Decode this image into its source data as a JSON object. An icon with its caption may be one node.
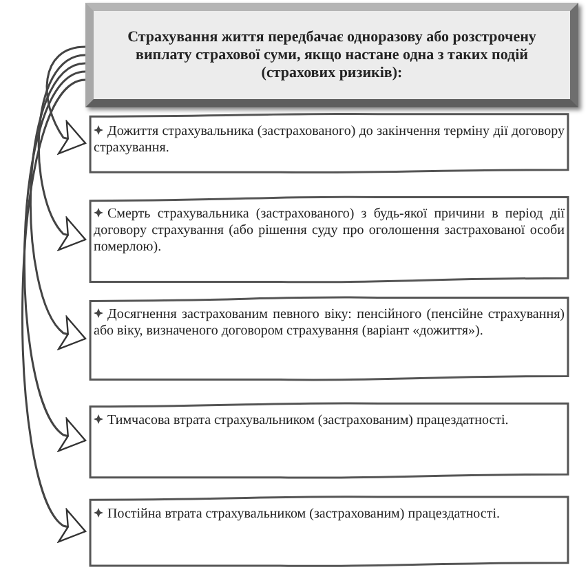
{
  "diagram": {
    "nodes": [
      {
        "text": [
          "Страхування життя передбачає одноразову або розстрочену виплату страхової суми, якщо настане одна з таких подій (страхових ризиків):"
        ]
      },
      {
        "text": [
          "Дожиття страхувальника (застрахованого) до закінчення терміну дії договору страхування."
        ]
      },
      {
        "text": [
          "Смерть страхувальника (застрахованого) з будь-якої причини в період дії договору страхування (або рішення суду про оголошення застрахованої особи померлою)."
        ]
      },
      {
        "text": [
          "Досягнення застрахованим певного віку: пенсійного (пенсійне страхування) або віку, визначеного договором страхування (варіант «дожиття»)."
        ]
      },
      {
        "text": [
          "Тимчасова втрата страхувальником (застрахованим) працездатності."
        ]
      },
      {
        "text": [
          "Постійна втрата страхувальником (застрахованим) працездатності."
        ]
      }
    ],
    "edges": [
      {
        "from": 0,
        "to": 1,
        "arrow": "to"
      },
      {
        "from": 0,
        "to": 2,
        "arrow": "to"
      },
      {
        "from": 0,
        "to": 3,
        "arrow": "to"
      },
      {
        "from": 0,
        "to": 4,
        "arrow": "to"
      },
      {
        "from": 0,
        "to": 5,
        "arrow": "to"
      }
    ]
  }
}
